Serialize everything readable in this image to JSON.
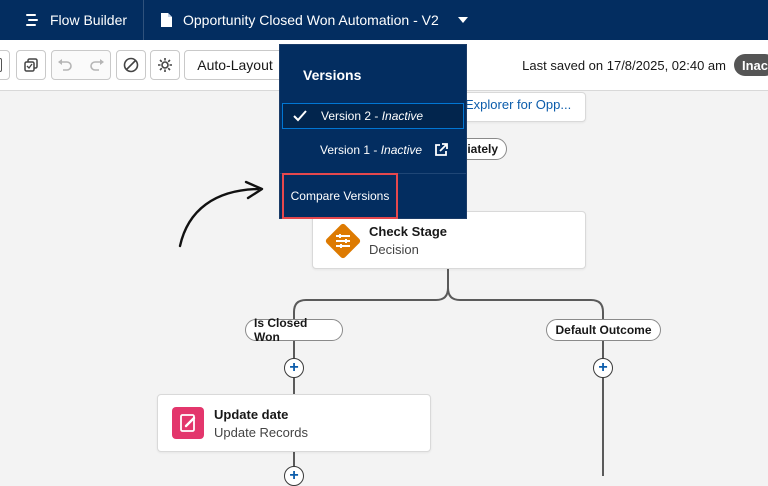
{
  "header": {
    "app_name": "Flow Builder",
    "flow_name": "Opportunity Closed Won Automation - V2"
  },
  "toolbar": {
    "auto_layout_label": "Auto-Layout",
    "last_saved": "Last saved on 17/8/2025, 02:40 am",
    "status": "Inac"
  },
  "versions_menu": {
    "title": "Versions",
    "items": [
      {
        "version": "Version 2 - ",
        "status": "Inactive",
        "selected": true
      },
      {
        "version": "Version 1 - ",
        "status": "Inactive",
        "selected": false
      }
    ],
    "compare_label": "Compare Versions"
  },
  "canvas": {
    "top_card_link": "Explorer for Opp...",
    "schedule_pill": "iately",
    "decision": {
      "title": "Check Stage",
      "subtitle": "Decision"
    },
    "branch_left": "Is Closed Won",
    "branch_right": "Default Outcome",
    "update": {
      "title": "Update date",
      "subtitle": "Update Records"
    }
  },
  "colors": {
    "header_bg": "#032d60",
    "decision_icon": "#dd7a01",
    "update_icon": "#e3366c",
    "highlight": "#e5484d",
    "link": "#0b5cab"
  }
}
